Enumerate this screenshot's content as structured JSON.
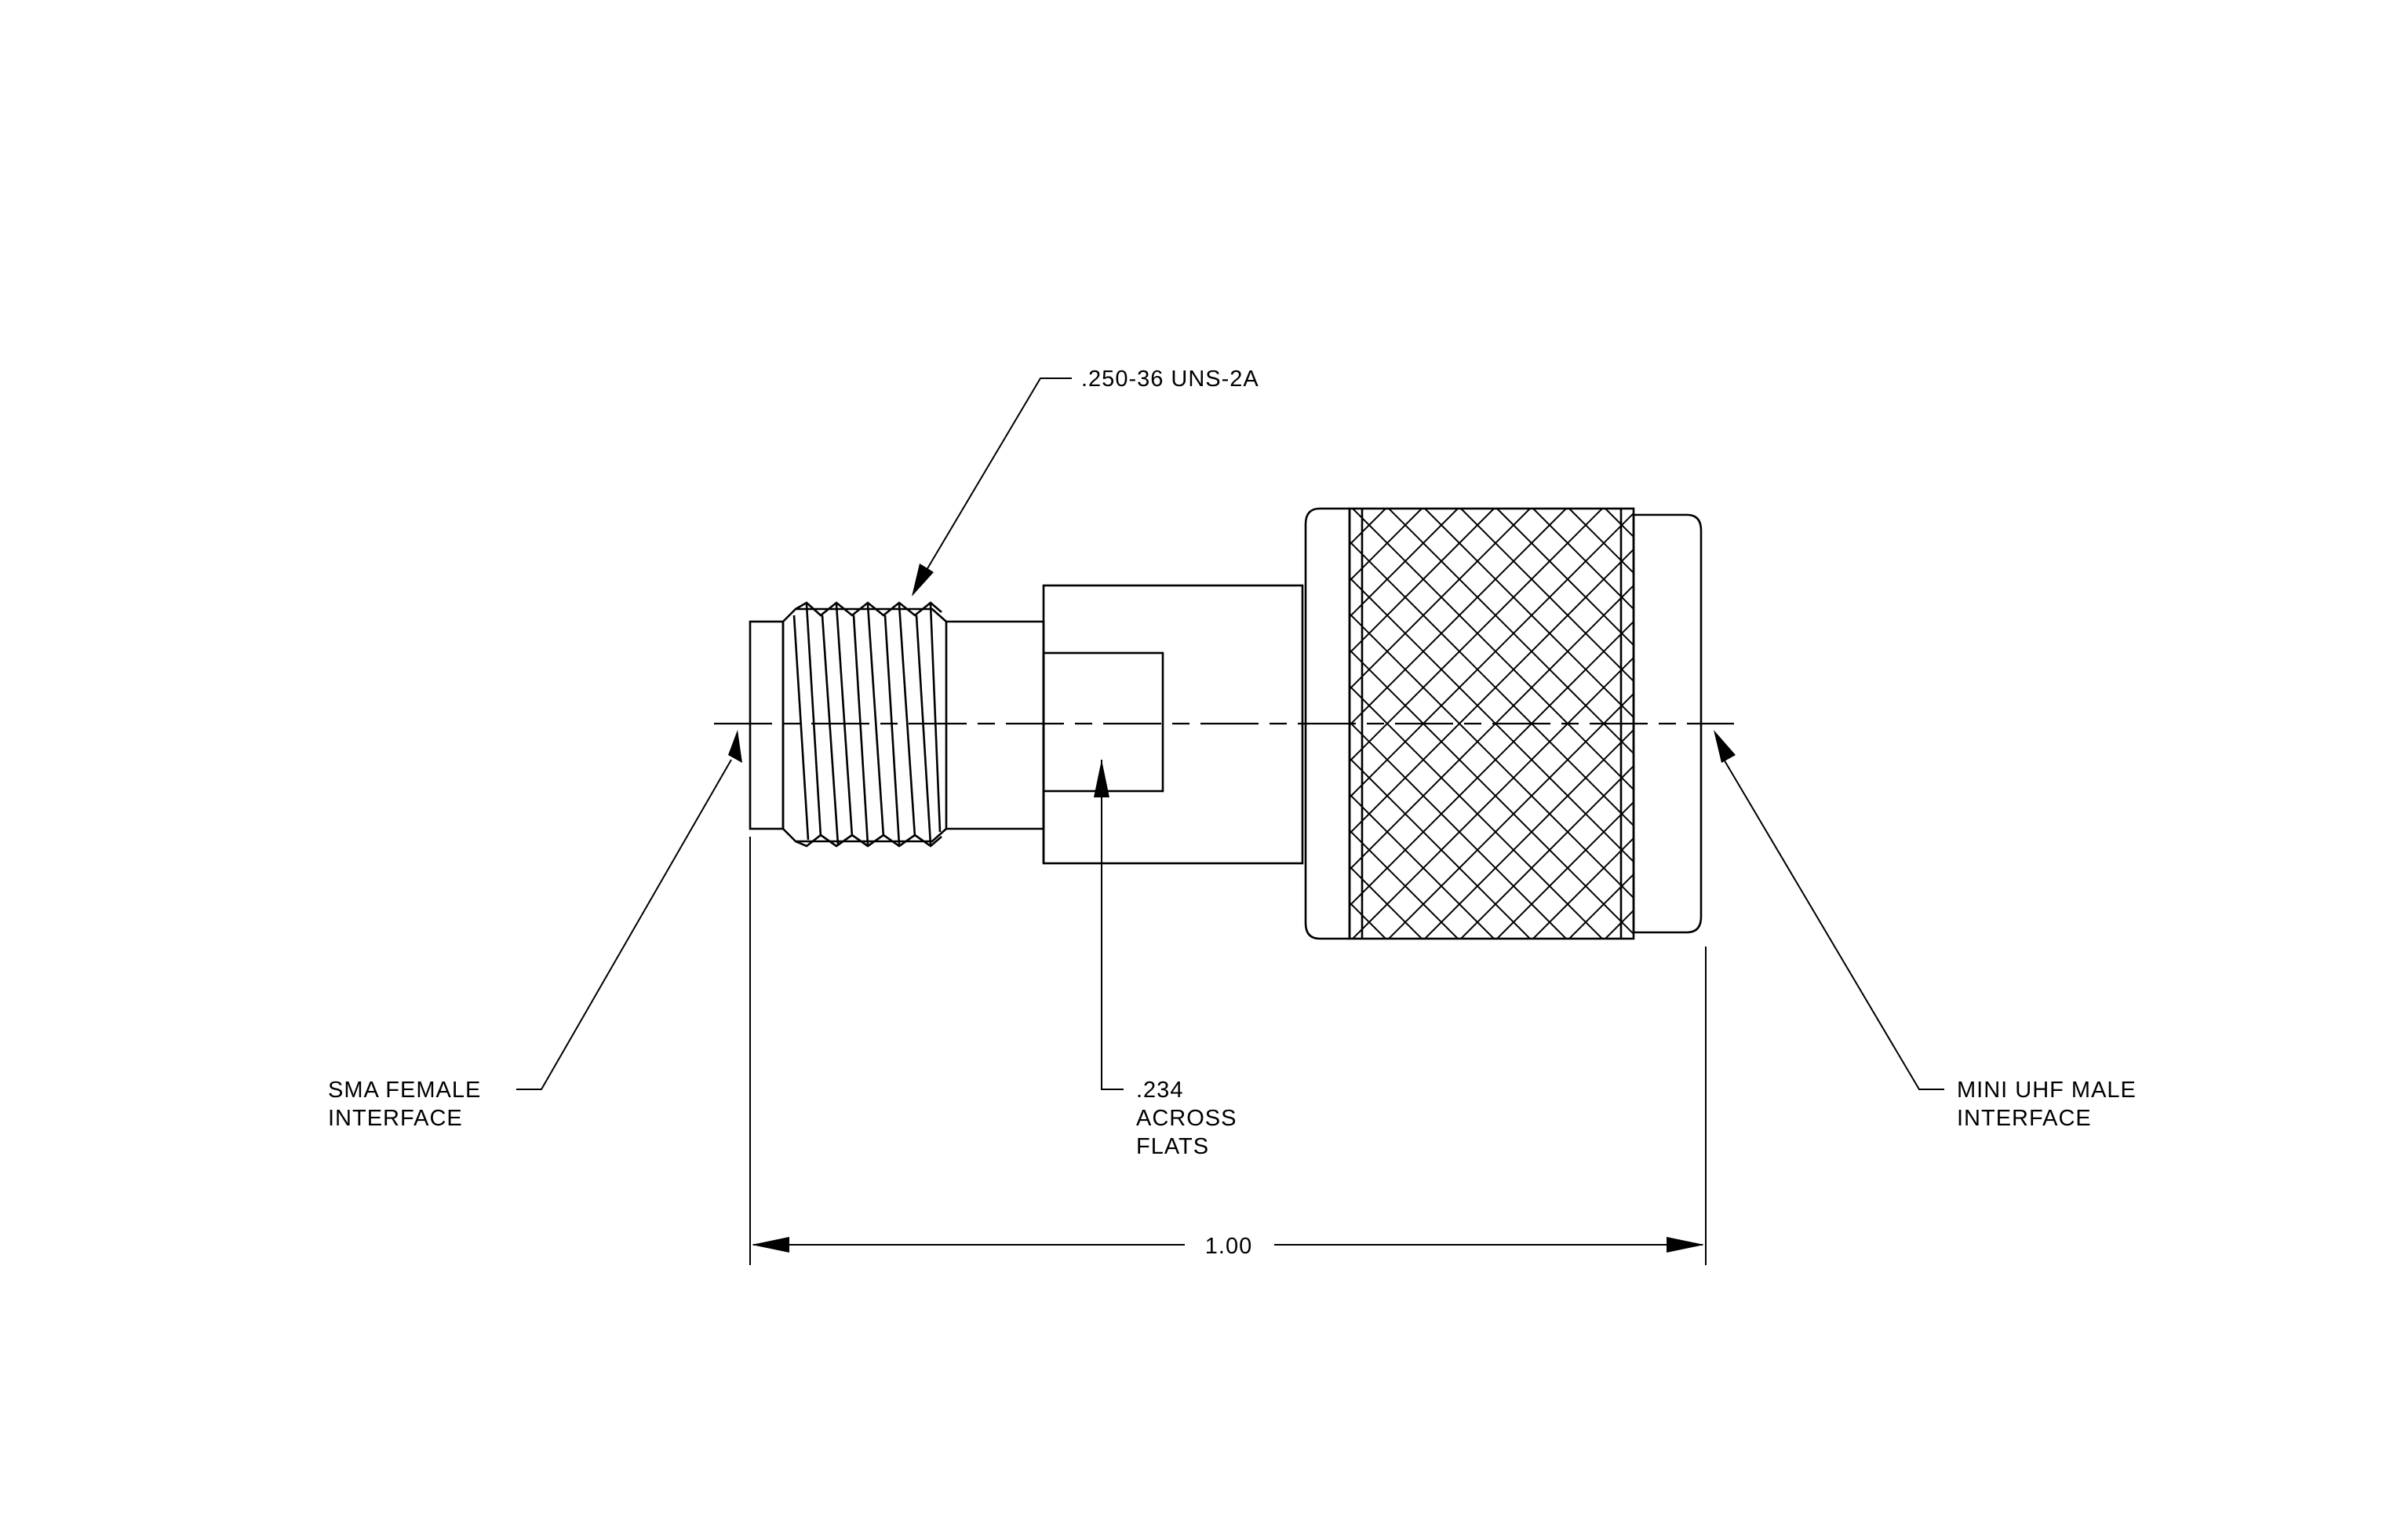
{
  "labels": {
    "thread_spec": ".250-36 UNS-2A",
    "left_interface": [
      "SMA FEMALE",
      "INTERFACE"
    ],
    "flats": [
      ".234",
      "ACROSS",
      "FLATS"
    ],
    "right_interface": [
      "MINI UHF MALE",
      "INTERFACE"
    ],
    "overall_length": "1.00"
  }
}
